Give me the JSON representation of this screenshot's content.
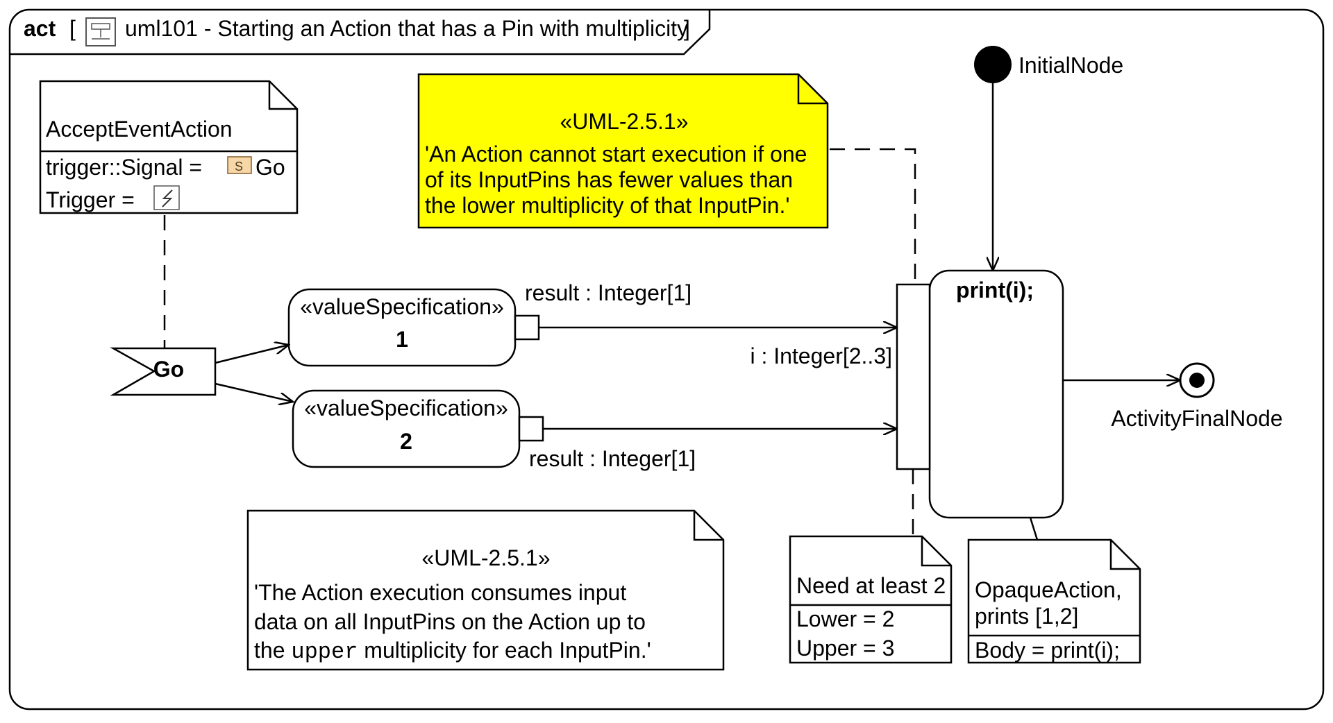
{
  "frame": {
    "kind": "act",
    "title": "uml101 - Starting an Action that has a Pin with multiplicity"
  },
  "initial_node": {
    "label": "InitialNode"
  },
  "final_node": {
    "label": "ActivityFinalNode"
  },
  "accept_event_note": {
    "title": "AcceptEventAction",
    "rows": [
      "trigger::Signal =",
      "Go",
      "Trigger ="
    ]
  },
  "accept_event": {
    "label": "Go"
  },
  "value_spec_1": {
    "stereotype": "«valueSpecification»",
    "value": "1",
    "pin_label": "result : Integer[1]"
  },
  "value_spec_2": {
    "stereotype": "«valueSpecification»",
    "value": "2",
    "pin_label": "result : Integer[1]"
  },
  "action": {
    "name": "print(i);",
    "input_pin_label": "i : Integer[2..3]"
  },
  "note_yellow": {
    "stereotype": "«UML-2.5.1»",
    "lines": [
      "'An Action cannot start execution if one",
      "of its InputPins has fewer values than",
      "the lower multiplicity of that InputPin.'"
    ],
    "color": "#ffff00"
  },
  "note_bottom": {
    "stereotype": "«UML-2.5.1»",
    "line1": "'The Action execution consumes input",
    "line2": "data on all InputPins on the Action up to",
    "line3_pre": "the ",
    "line3_code": "upper",
    "line3_post": " multiplicity for each InputPin.'"
  },
  "note_pin": {
    "title": "Need at least 2",
    "rows": [
      "Lower = 2",
      "Upper = 3"
    ]
  },
  "note_opaque": {
    "lines": [
      "OpaqueAction,",
      "prints [1,2]"
    ],
    "body": "Body = print(i);"
  }
}
